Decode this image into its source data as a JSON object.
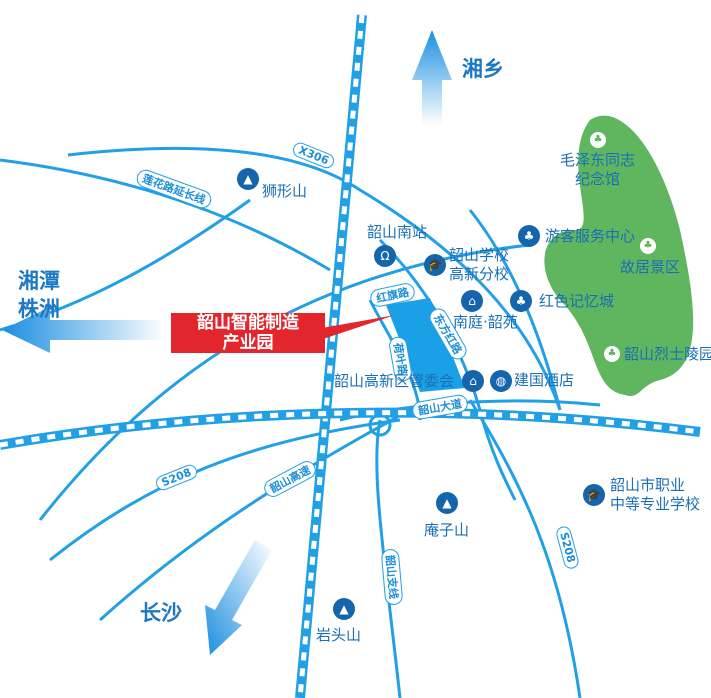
{
  "directions": {
    "north": "湘乡",
    "west_line1": "湘潭",
    "west_line2": "株洲",
    "southwest": "长沙"
  },
  "roads": {
    "x306": "X306",
    "lianhua": "莲花路延长线",
    "hongqi": "红旗路",
    "dongfanghong": "东方红路",
    "heye": "荷叶路",
    "shaoshan_avenue": "韶山大道",
    "s208_west": "S208",
    "s208_south": "S208",
    "expressway": "韶山高速",
    "branch": "韶山支线"
  },
  "pois": {
    "shixing": "狮形山",
    "south_station": "韶山南站",
    "school_1": "韶山学校",
    "school_2": "高新分校",
    "visitor_center": "游客服务中心",
    "red_memory": "红色记忆城",
    "nanting": "南庭·韶苑",
    "hightech_committee": "韶山高新区管委会",
    "jianguo_hotel": "建国酒店",
    "mao_memorial_1": "毛泽东同志",
    "mao_memorial_2": "纪念馆",
    "former_residence": "故居景区",
    "martyrs_cemetery": "韶山烈士陵园",
    "vocational_1": "韶山市职业",
    "vocational_2": "中等专业学校",
    "anzi": "庵子山",
    "yantou": "岩头山"
  },
  "highlight": {
    "line1": "韶山智能制造",
    "line2": "产业园"
  },
  "colors": {
    "road": "#22a0e6",
    "park": "#5fb65f",
    "highlight": "#e1262d",
    "poi": "#1565ad"
  }
}
